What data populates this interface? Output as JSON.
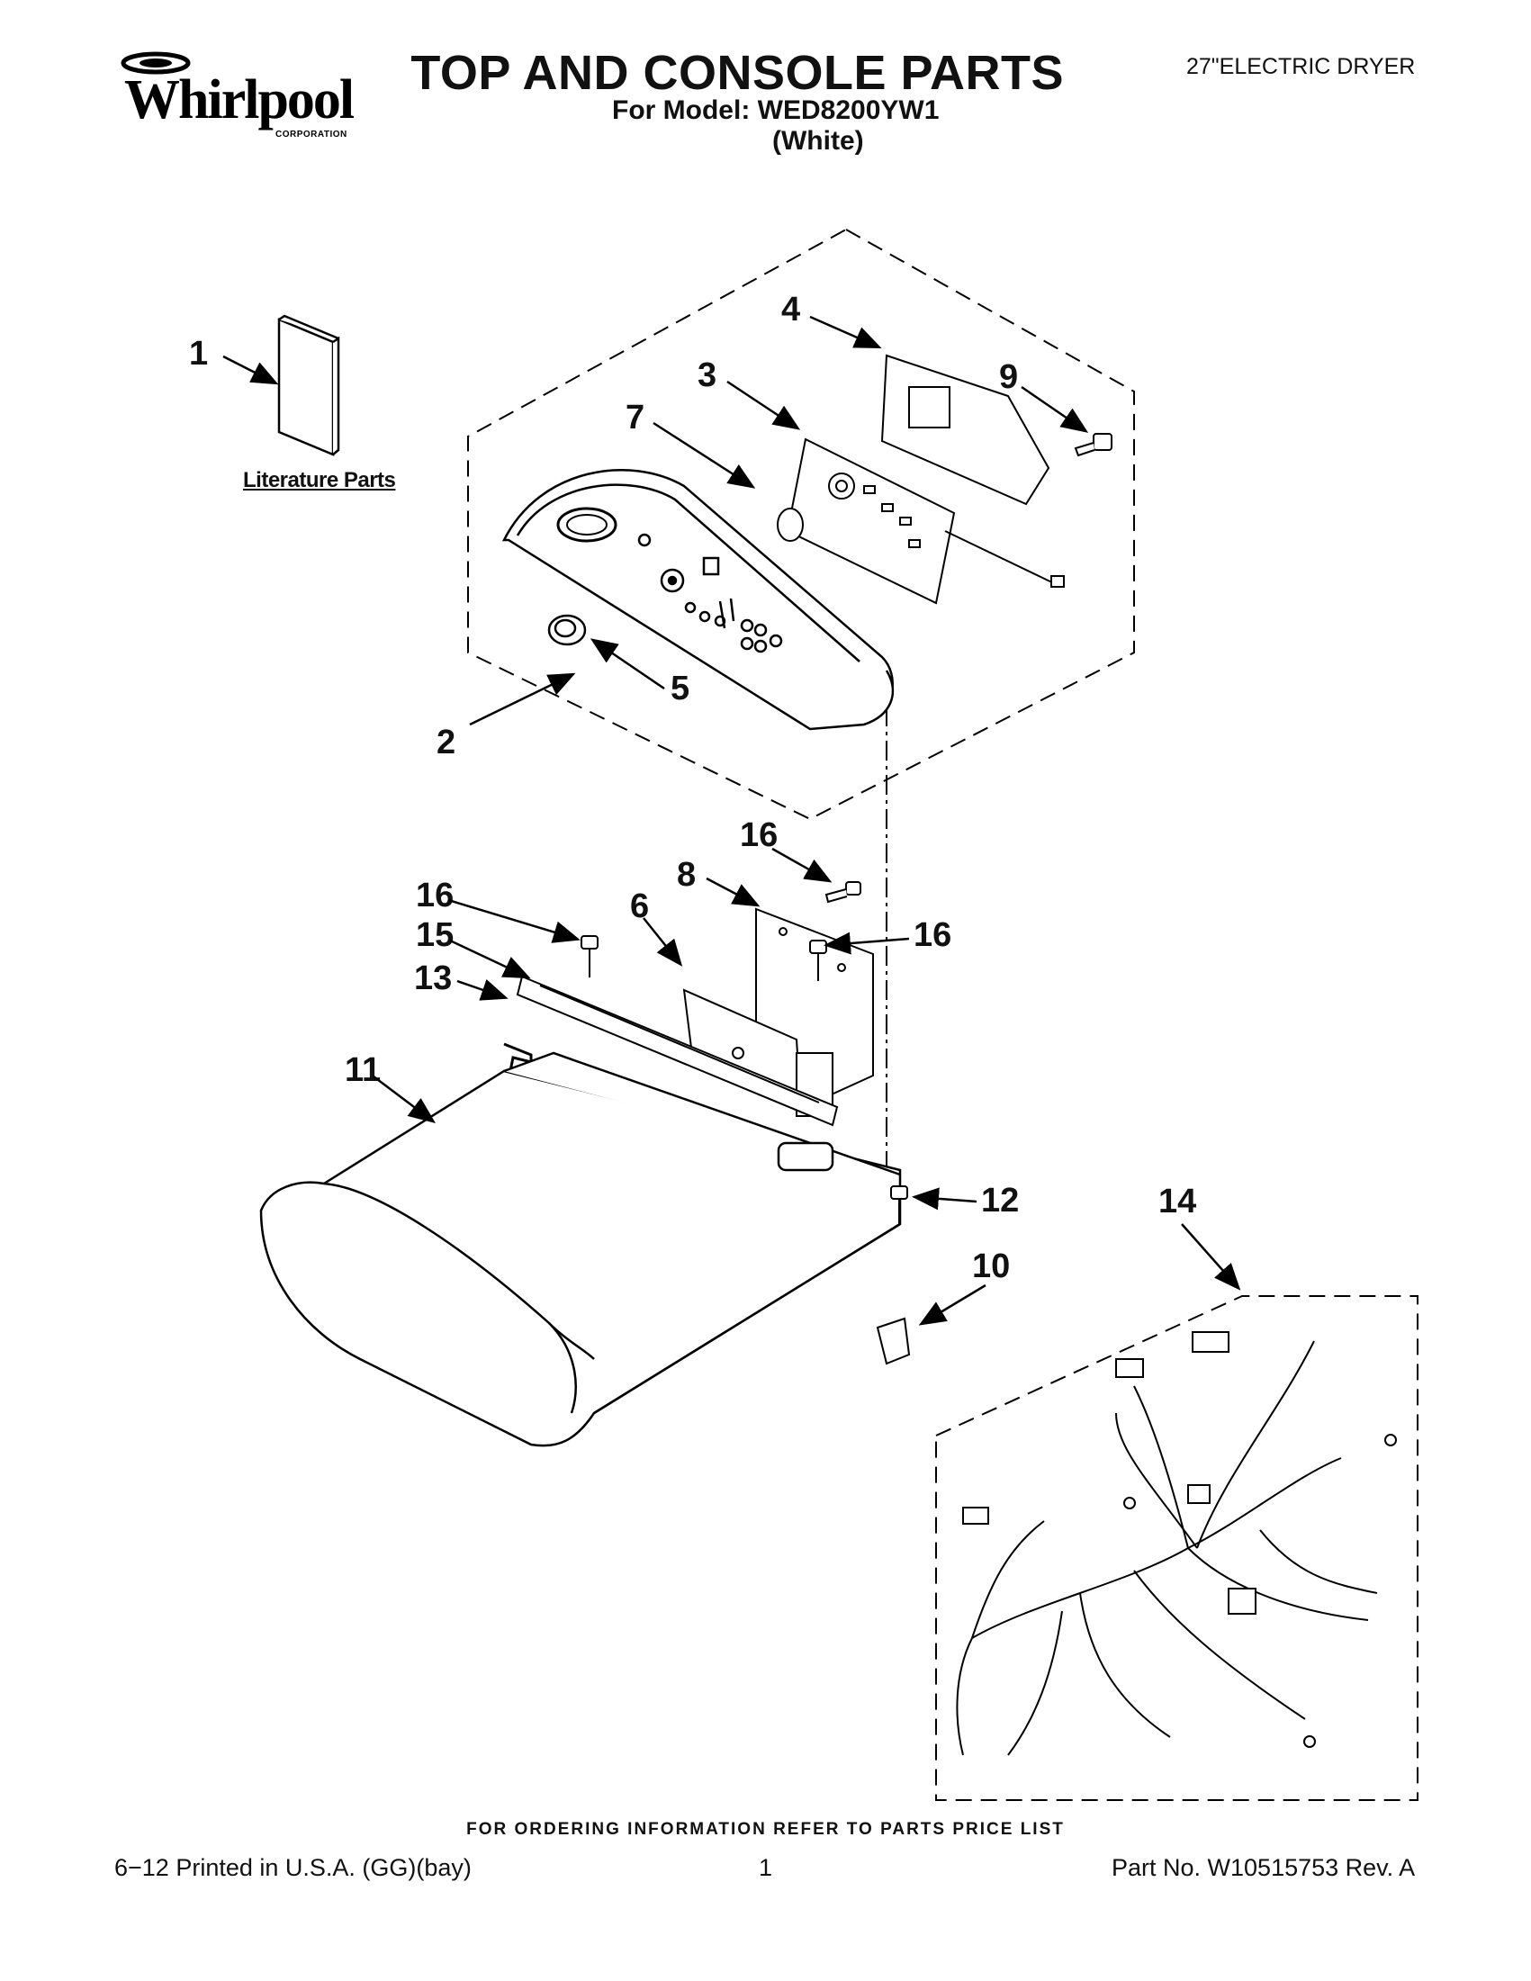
{
  "header": {
    "brand": "Whirlpool",
    "brand_sub": "CORPORATION",
    "title": "TOP AND CONSOLE PARTS",
    "model_line": "For Model: WED8200YW1",
    "color_line": "(White)",
    "product_type": "27\"ELECTRIC DRYER"
  },
  "literature": {
    "label": "Literature Parts"
  },
  "callouts": [
    "1",
    "2",
    "3",
    "4",
    "5",
    "6",
    "7",
    "8",
    "9",
    "10",
    "11",
    "12",
    "13",
    "14",
    "15",
    "16",
    "16",
    "16"
  ],
  "footer": {
    "note": "FOR ORDERING INFORMATION REFER TO PARTS PRICE LIST",
    "print_info": "6−12 Printed in U.S.A. (GG)(bay)",
    "page": "1",
    "part_no": "Part No. W10515753 Rev. A"
  }
}
